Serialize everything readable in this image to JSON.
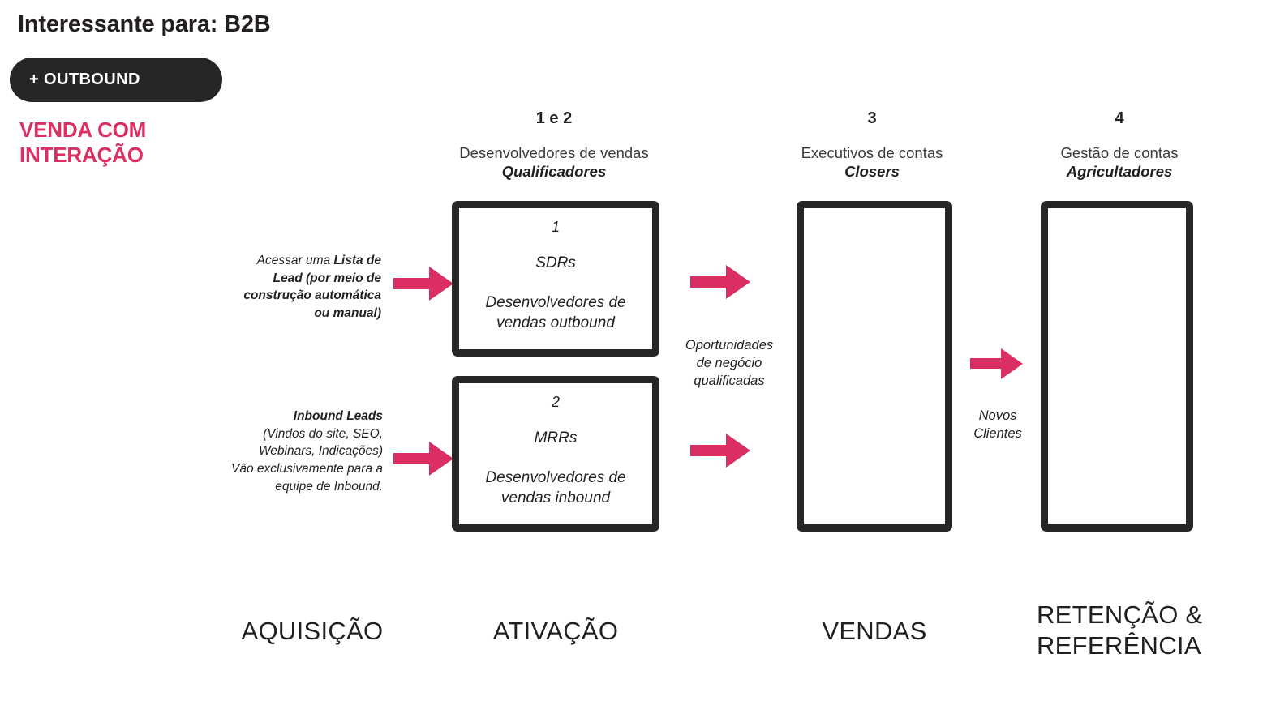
{
  "header": {
    "title": "Interessante para: B2B",
    "pill_label": "+ OUTBOUND",
    "mode_label": "VENDA COM INTERAÇÃO"
  },
  "colors": {
    "accent_pink": "#DB2E62",
    "dark": "#262626",
    "text": "#231f20"
  },
  "columns": [
    {
      "number": "1 e 2",
      "role": "Desenvolvedores de vendas",
      "nickname": "Qualificadores"
    },
    {
      "number": "3",
      "role": "Executivos de contas",
      "nickname": "Closers"
    },
    {
      "number": "4",
      "role": "Gestão de contas",
      "nickname": "Agricultadores"
    }
  ],
  "boxes": {
    "sdr": {
      "number": "1",
      "title": "SDRs",
      "subtitle_line1": "Desenvolvedores de",
      "subtitle_line2": "vendas outbound"
    },
    "mrr": {
      "number": "2",
      "title": "MRRs",
      "subtitle_line1": "Desenvolvedores de",
      "subtitle_line2": "vendas inbound"
    },
    "account_executives": {
      "content": ""
    },
    "account_management": {
      "content": ""
    }
  },
  "annotations": {
    "outbound_source": {
      "line1_plain": "Acessar uma ",
      "line1_bold": "Lista de",
      "line2_bold": "Lead (por meio de",
      "line3_bold": "construção automática",
      "line4_bold": "ou manual)"
    },
    "inbound_source": {
      "line1_bold": "Inbound Leads",
      "line2": "(Vindos do site, SEO,",
      "line3": "Webinars, Indicações)",
      "line4": "Vão exclusivamente para a",
      "line5": "equipe de Inbound."
    },
    "qualified_opportunities": {
      "line1": "Oportunidades",
      "line2": "de negócio",
      "line3": "qualificadas"
    },
    "new_clients": {
      "line1": "Novos",
      "line2": "Clientes"
    }
  },
  "footer_stages": [
    {
      "label": "AQUISIÇÃO"
    },
    {
      "label": "ATIVAÇÃO"
    },
    {
      "label": "VENDAS"
    },
    {
      "label_line1": "RETENÇÃO &",
      "label_line2": "REFERÊNCIA"
    }
  ],
  "icons": {
    "arrow": "arrow-right-icon"
  }
}
